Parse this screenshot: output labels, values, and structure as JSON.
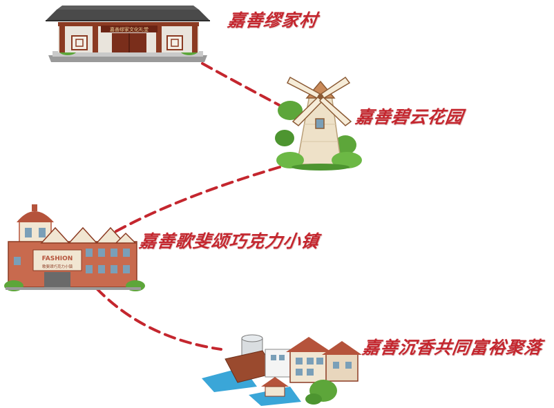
{
  "colors": {
    "label": "#c4262e",
    "path": "#c4262e",
    "roof_dark": "#4a4a4a",
    "wood": "#8b3a22",
    "brick": "#b5533b",
    "cream": "#f1e6d2",
    "green": "#5da63a"
  },
  "stops": [
    {
      "name": "嘉善缪家村",
      "icon": "traditional-hall-icon"
    },
    {
      "name": "嘉善碧云花园",
      "icon": "windmill-icon"
    },
    {
      "name": "嘉善歌斐颂巧克力小镇",
      "icon": "chocolate-town-castle-icon"
    },
    {
      "name": "嘉善沉香共同富裕聚落",
      "icon": "village-cluster-icon"
    }
  ],
  "signs": {
    "hall_sign": "嘉善缪家文化礼堂",
    "town_sign": "FASHION",
    "town_subsign": "歌斐颂巧克力小镇"
  }
}
